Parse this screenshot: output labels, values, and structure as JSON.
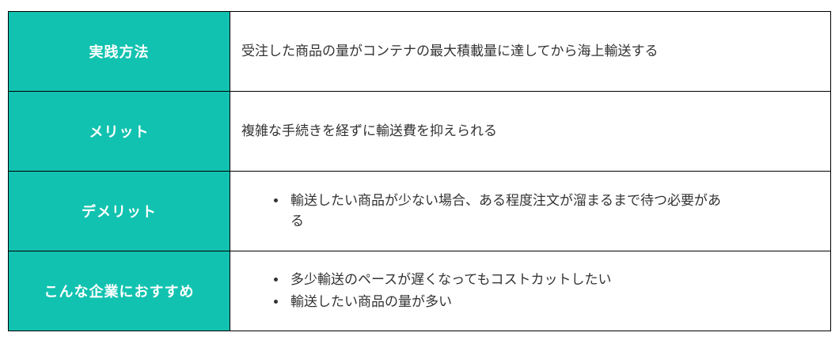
{
  "table": {
    "accent_color": "#12c2b0",
    "rows": [
      {
        "label": "実践方法",
        "text": "受注した商品の量がコンテナの最大積載量に達してから海上輸送する"
      },
      {
        "label": "メリット",
        "text": "複雑な手続きを経ずに輸送費を抑えられる"
      },
      {
        "label": "デメリット",
        "bullets": [
          "輸送したい商品が少ない場合、ある程度注文が溜まるまで待つ必要がある"
        ]
      },
      {
        "label": "こんな企業におすすめ",
        "bullets": [
          "多少輸送のペースが遅くなってもコストカットしたい",
          "輸送したい商品の量が多い"
        ]
      }
    ]
  }
}
